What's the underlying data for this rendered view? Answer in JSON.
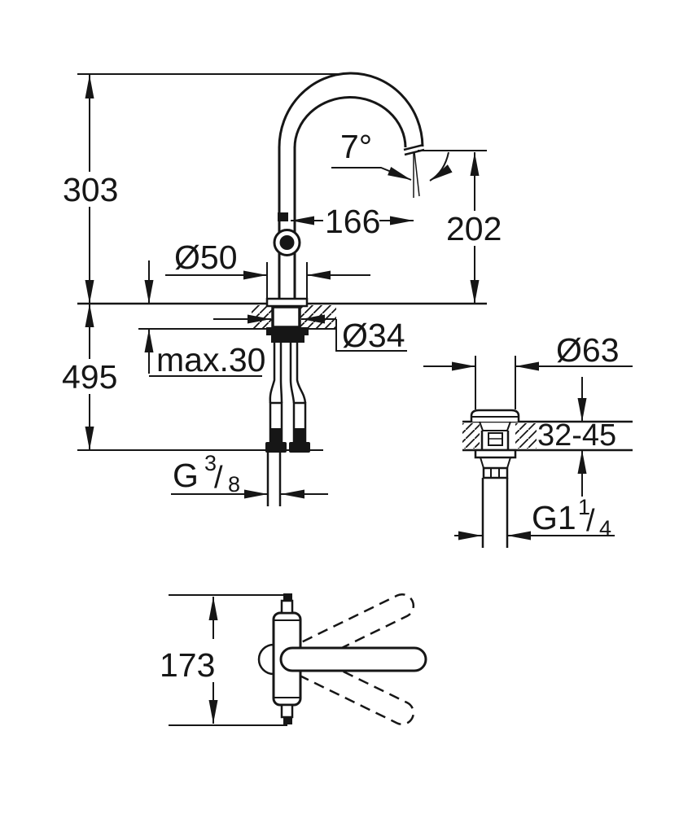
{
  "drawing": {
    "kind": "faucet-dimension-drawing",
    "colors": {
      "ink": "#161616",
      "paper": "#ffffff"
    },
    "labels": {
      "height_above_deck": "303",
      "height_below_deck": "495",
      "spout_reach": "166",
      "spout_outlet_height": "202",
      "spout_angle": "7°",
      "base_diameter": "Ø50",
      "shank_diameter": "Ø34",
      "deck_thickness_max": "max.30",
      "drain_flange_diameter": "Ø63",
      "drain_deck_range": "32-45",
      "body_length_top_view": "173",
      "supply_thread": {
        "main": "G",
        "num": "3",
        "slash": "/",
        "den": "8"
      },
      "waste_thread": {
        "main": "G1",
        "num": "1",
        "slash": "/",
        "den": "4"
      }
    }
  }
}
